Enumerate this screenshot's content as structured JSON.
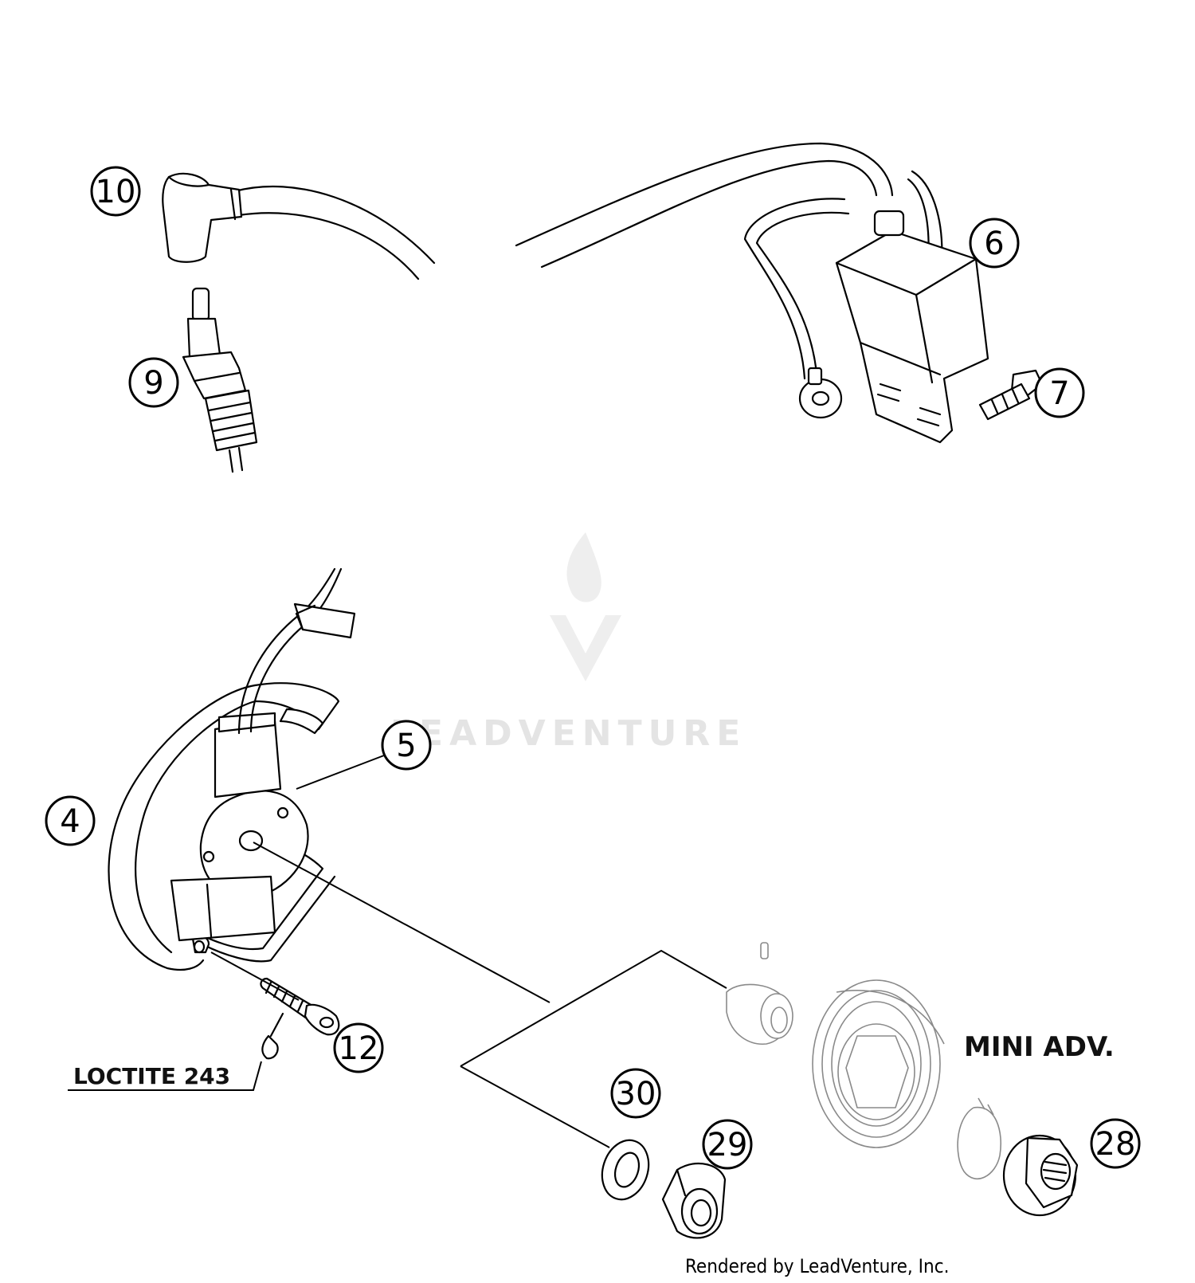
{
  "callouts": {
    "c4": "4",
    "c5": "5",
    "c6": "6",
    "c7": "7",
    "c9": "9",
    "c10": "10",
    "c12": "12",
    "c28": "28",
    "c29": "29",
    "c30": "30"
  },
  "labels": {
    "loctite": "LOCTITE 243",
    "mini_adv": "MINI ADV."
  },
  "watermark": {
    "text": "LEADVENTURE"
  },
  "footer": {
    "credit": "Rendered by LeadVenture, Inc."
  }
}
